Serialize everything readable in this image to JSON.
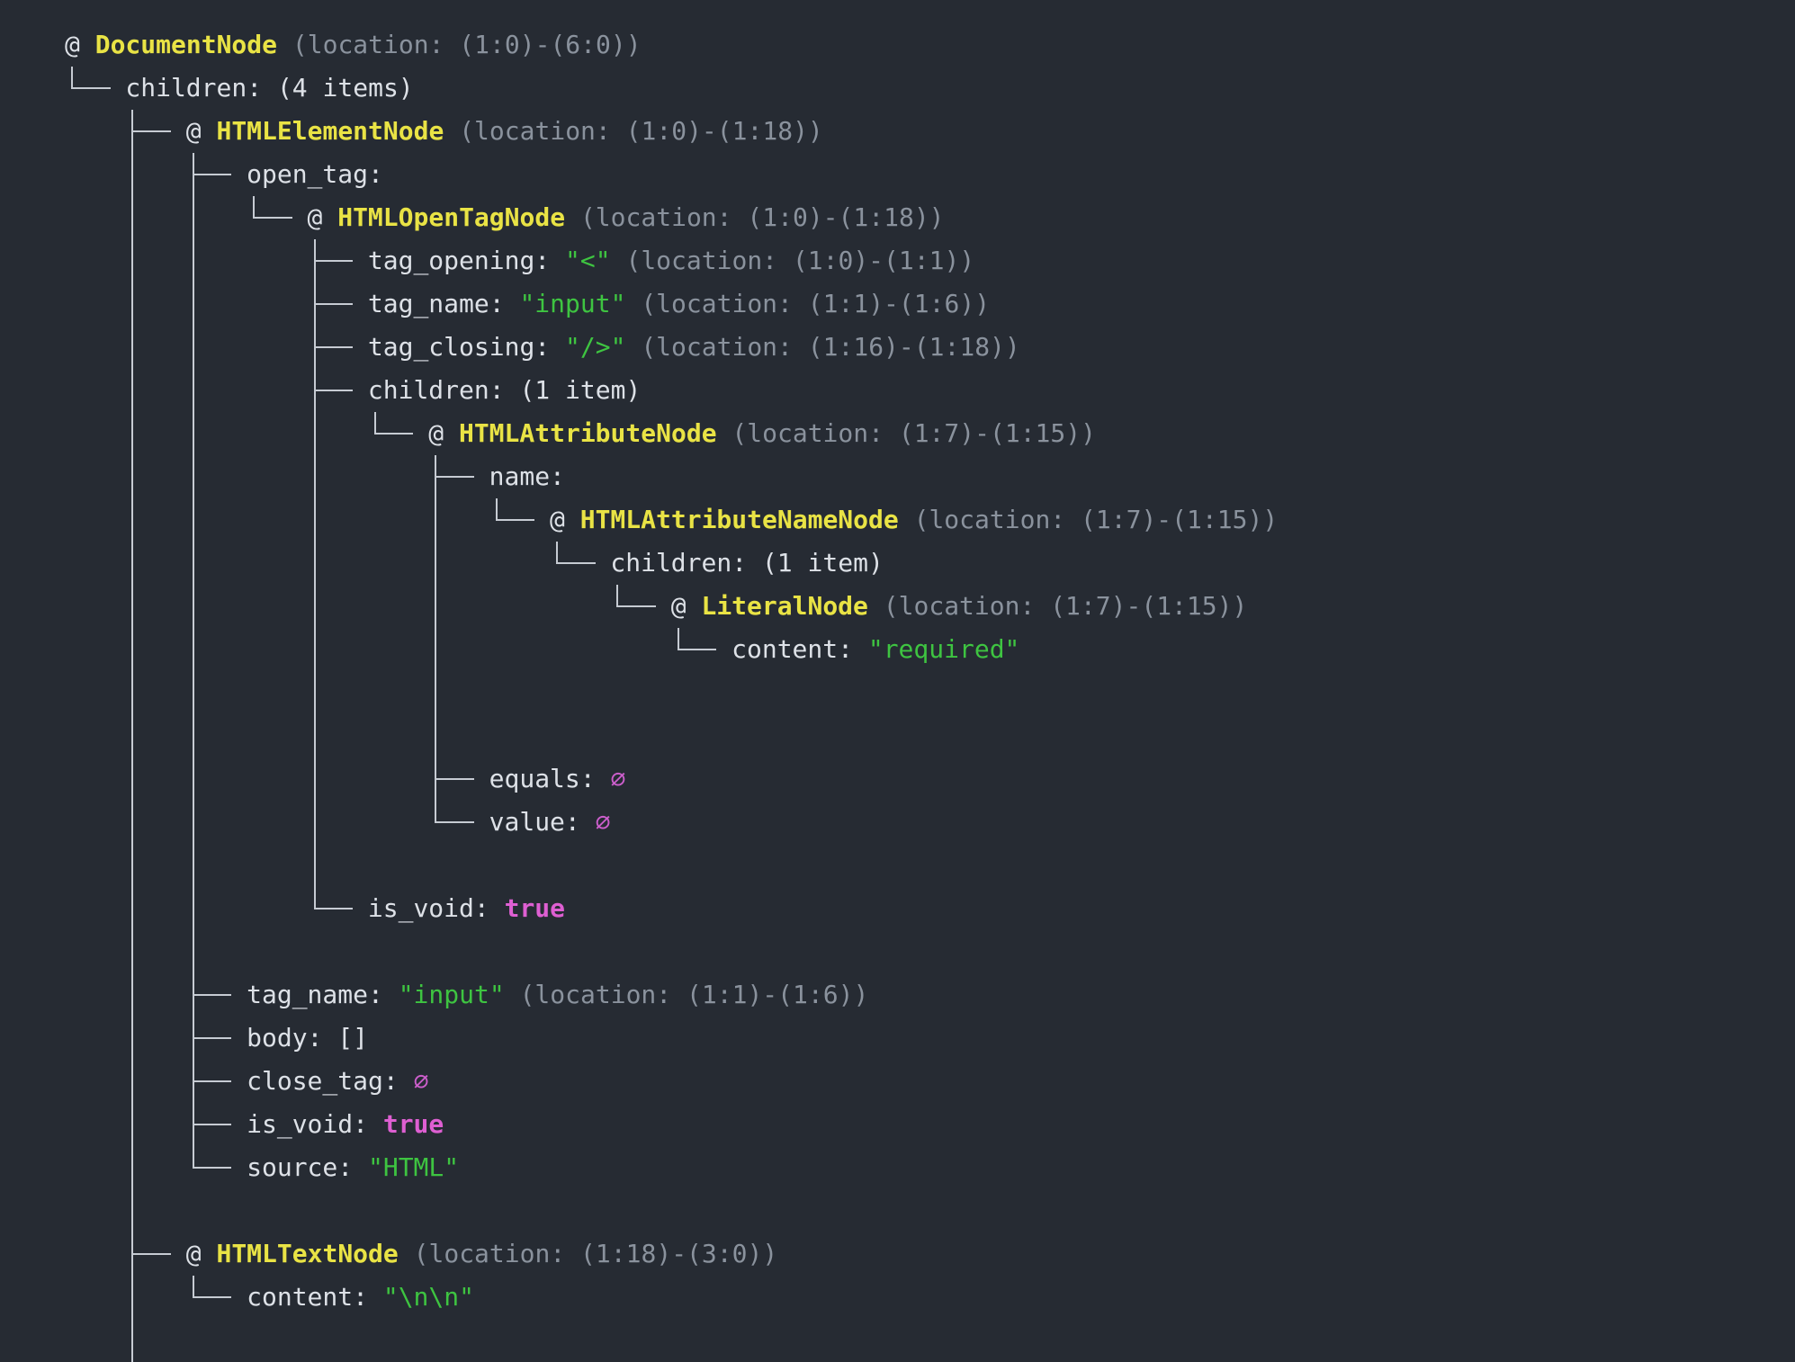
{
  "palette": {
    "background": "#262b33",
    "text": "#dde1e7",
    "tree_lines": "#c6cbd3",
    "node_name": "#e9e345",
    "location": "#8a929d",
    "string": "#3ec441",
    "null_symbol": "#cb5ecb",
    "boolean": "#de5fd2"
  },
  "terminal": {
    "lines": [
      [
        {
          "c": "p",
          "t": "@ "
        },
        {
          "c": "n",
          "t": "DocumentNode"
        },
        {
          "c": "l",
          "t": " (location: (1:0)-(6:0))"
        }
      ],
      [
        {
          "c": "t",
          "t": "└── "
        },
        {
          "c": "p",
          "t": "children: (4 items)"
        }
      ],
      [
        {
          "c": "t",
          "t": "    ├── "
        },
        {
          "c": "p",
          "t": "@ "
        },
        {
          "c": "n",
          "t": "HTMLElementNode"
        },
        {
          "c": "l",
          "t": " (location: (1:0)-(1:18))"
        }
      ],
      [
        {
          "c": "t",
          "t": "    │   ├── "
        },
        {
          "c": "p",
          "t": "open_tag:"
        }
      ],
      [
        {
          "c": "t",
          "t": "    │   │   └── "
        },
        {
          "c": "p",
          "t": "@ "
        },
        {
          "c": "n",
          "t": "HTMLOpenTagNode"
        },
        {
          "c": "l",
          "t": " (location: (1:0)-(1:18))"
        }
      ],
      [
        {
          "c": "t",
          "t": "    │   │       ├── "
        },
        {
          "c": "p",
          "t": "tag_opening: "
        },
        {
          "c": "s",
          "t": "\"<\""
        },
        {
          "c": "l",
          "t": " (location: (1:0)-(1:1))"
        }
      ],
      [
        {
          "c": "t",
          "t": "    │   │       ├── "
        },
        {
          "c": "p",
          "t": "tag_name: "
        },
        {
          "c": "s",
          "t": "\"input\""
        },
        {
          "c": "l",
          "t": " (location: (1:1)-(1:6))"
        }
      ],
      [
        {
          "c": "t",
          "t": "    │   │       ├── "
        },
        {
          "c": "p",
          "t": "tag_closing: "
        },
        {
          "c": "s",
          "t": "\"/>\""
        },
        {
          "c": "l",
          "t": " (location: (1:16)-(1:18))"
        }
      ],
      [
        {
          "c": "t",
          "t": "    │   │       ├── "
        },
        {
          "c": "p",
          "t": "children: (1 item)"
        }
      ],
      [
        {
          "c": "t",
          "t": "    │   │       │   └── "
        },
        {
          "c": "p",
          "t": "@ "
        },
        {
          "c": "n",
          "t": "HTMLAttributeNode"
        },
        {
          "c": "l",
          "t": " (location: (1:7)-(1:15))"
        }
      ],
      [
        {
          "c": "t",
          "t": "    │   │       │       ├── "
        },
        {
          "c": "p",
          "t": "name:"
        }
      ],
      [
        {
          "c": "t",
          "t": "    │   │       │       │   └── "
        },
        {
          "c": "p",
          "t": "@ "
        },
        {
          "c": "n",
          "t": "HTMLAttributeNameNode"
        },
        {
          "c": "l",
          "t": " (location: (1:7)-(1:15))"
        }
      ],
      [
        {
          "c": "t",
          "t": "    │   │       │       │       └── "
        },
        {
          "c": "p",
          "t": "children: (1 item)"
        }
      ],
      [
        {
          "c": "t",
          "t": "    │   │       │       │           └── "
        },
        {
          "c": "p",
          "t": "@ "
        },
        {
          "c": "n",
          "t": "LiteralNode"
        },
        {
          "c": "l",
          "t": " (location: (1:7)-(1:15))"
        }
      ],
      [
        {
          "c": "t",
          "t": "    │   │       │       │               └── "
        },
        {
          "c": "p",
          "t": "content: "
        },
        {
          "c": "s",
          "t": "\"required\""
        }
      ],
      [
        {
          "c": "t",
          "t": "    │   │       │       │"
        }
      ],
      [
        {
          "c": "t",
          "t": "    │   │       │       │"
        }
      ],
      [
        {
          "c": "t",
          "t": "    │   │       │       ├── "
        },
        {
          "c": "p",
          "t": "equals: "
        },
        {
          "c": "x",
          "t": "∅"
        }
      ],
      [
        {
          "c": "t",
          "t": "    │   │       │       └── "
        },
        {
          "c": "p",
          "t": "value: "
        },
        {
          "c": "x",
          "t": "∅"
        }
      ],
      [
        {
          "c": "t",
          "t": "    │   │       │"
        }
      ],
      [
        {
          "c": "t",
          "t": "    │   │       └── "
        },
        {
          "c": "p",
          "t": "is_void: "
        },
        {
          "c": "b",
          "t": "true"
        }
      ],
      [
        {
          "c": "t",
          "t": "    │   │"
        }
      ],
      [
        {
          "c": "t",
          "t": "    │   ├── "
        },
        {
          "c": "p",
          "t": "tag_name: "
        },
        {
          "c": "s",
          "t": "\"input\""
        },
        {
          "c": "l",
          "t": " (location: (1:1)-(1:6))"
        }
      ],
      [
        {
          "c": "t",
          "t": "    │   ├── "
        },
        {
          "c": "p",
          "t": "body: []"
        }
      ],
      [
        {
          "c": "t",
          "t": "    │   ├── "
        },
        {
          "c": "p",
          "t": "close_tag: "
        },
        {
          "c": "x",
          "t": "∅"
        }
      ],
      [
        {
          "c": "t",
          "t": "    │   ├── "
        },
        {
          "c": "p",
          "t": "is_void: "
        },
        {
          "c": "b",
          "t": "true"
        }
      ],
      [
        {
          "c": "t",
          "t": "    │   └── "
        },
        {
          "c": "p",
          "t": "source: "
        },
        {
          "c": "s",
          "t": "\"HTML\""
        }
      ],
      [
        {
          "c": "t",
          "t": "    │"
        }
      ],
      [
        {
          "c": "t",
          "t": "    ├── "
        },
        {
          "c": "p",
          "t": "@ "
        },
        {
          "c": "n",
          "t": "HTMLTextNode"
        },
        {
          "c": "l",
          "t": " (location: (1:18)-(3:0))"
        }
      ],
      [
        {
          "c": "t",
          "t": "    │   └── "
        },
        {
          "c": "p",
          "t": "content: "
        },
        {
          "c": "s",
          "t": "\"\\n\\n\""
        }
      ],
      [
        {
          "c": "t",
          "t": "    │"
        }
      ]
    ]
  }
}
